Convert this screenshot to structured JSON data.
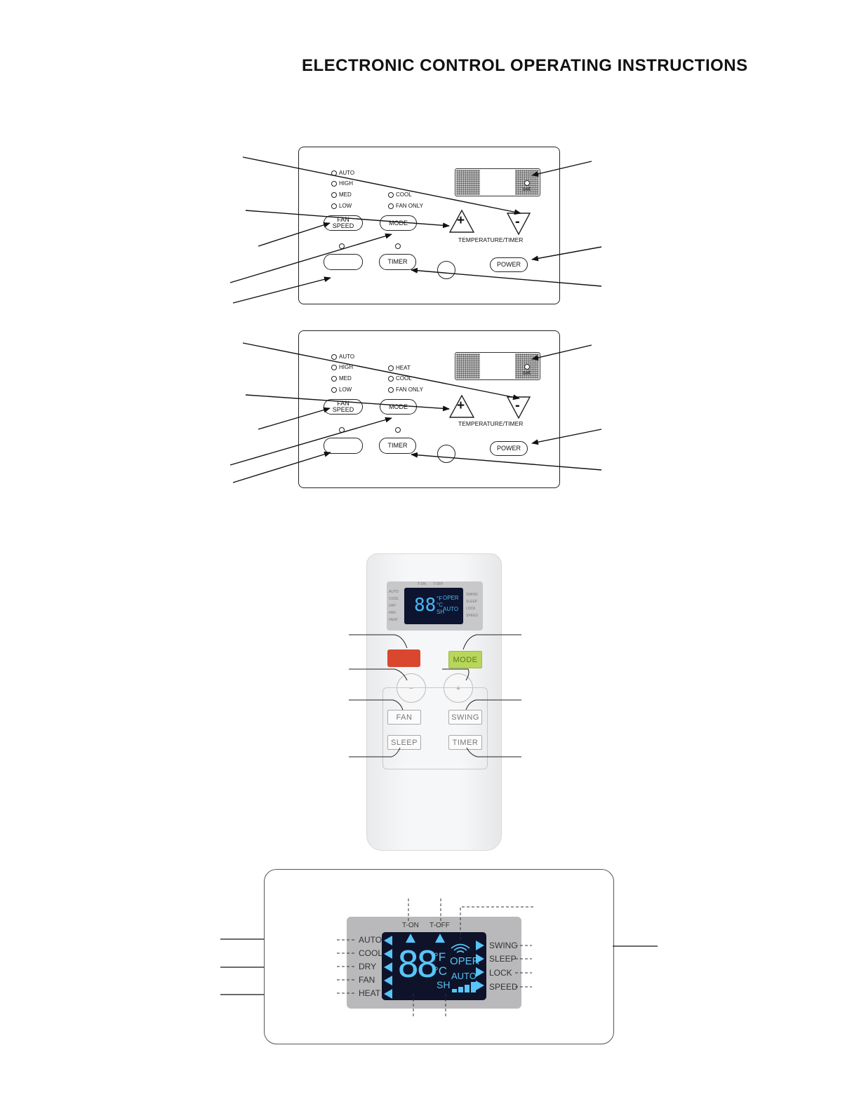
{
  "title": "ELECTRONIC CONTROL OPERATING INSTRUCTIONS",
  "panel1": {
    "fan_leds": [
      "AUTO",
      "HIGH",
      "MED",
      "LOW"
    ],
    "mode_leds": [
      "COOL",
      "FAN ONLY"
    ],
    "fan_speed_line1": "FAN",
    "fan_speed_line2": "SPEED",
    "mode": "MODE",
    "timer": "TIMER",
    "power": "POWER",
    "temp_timer": "TEMPERATURE/TIMER",
    "set": "set",
    "plus": "+",
    "minus": "-"
  },
  "panel2": {
    "fan_leds": [
      "AUTO",
      "HIGH",
      "MED",
      "LOW"
    ],
    "mode_leds": [
      "HEAT",
      "COOL",
      "FAN ONLY"
    ],
    "fan_speed_line1": "FAN",
    "fan_speed_line2": "SPEED",
    "mode": "MODE",
    "timer": "TIMER",
    "power": "POWER",
    "temp_timer": "TEMPERATURE/TIMER",
    "set": "set",
    "plus": "+",
    "minus": "-"
  },
  "remote": {
    "t_on": "T-ON",
    "t_off": "T-OFF",
    "left_modes": [
      "AUTO",
      "COOL",
      "DRY",
      "FAN",
      "HEAT"
    ],
    "right_modes": [
      "SWING",
      "SLEEP",
      "LOCK",
      "SPEED"
    ],
    "digits": "88",
    "unit_f": "°F",
    "unit_c": "°C",
    "sh": "SH",
    "oper": "OPER",
    "auto": "AUTO",
    "mode_btn": "MODE",
    "minus_btn": "−",
    "plus_btn": "+",
    "fan_btn": "FAN",
    "swing_btn": "SWING",
    "sleep_btn": "SLEEP",
    "timer_btn": "TIMER",
    "colors": {
      "power": "#d9472f",
      "mode": "#b7d65a"
    }
  },
  "lcd": {
    "t_on": "T-ON",
    "t_off": "T-OFF",
    "left_modes": [
      "AUTO",
      "COOL",
      "DRY",
      "FAN",
      "HEAT"
    ],
    "right_modes": [
      "SWING",
      "SLEEP",
      "LOCK",
      "SPEED"
    ],
    "digits": "88",
    "unit_f": "°F",
    "unit_c": "°C",
    "sh": "SH",
    "oper": "OPER",
    "auto": "AUTO",
    "lcd_color": "#59c4f7"
  }
}
